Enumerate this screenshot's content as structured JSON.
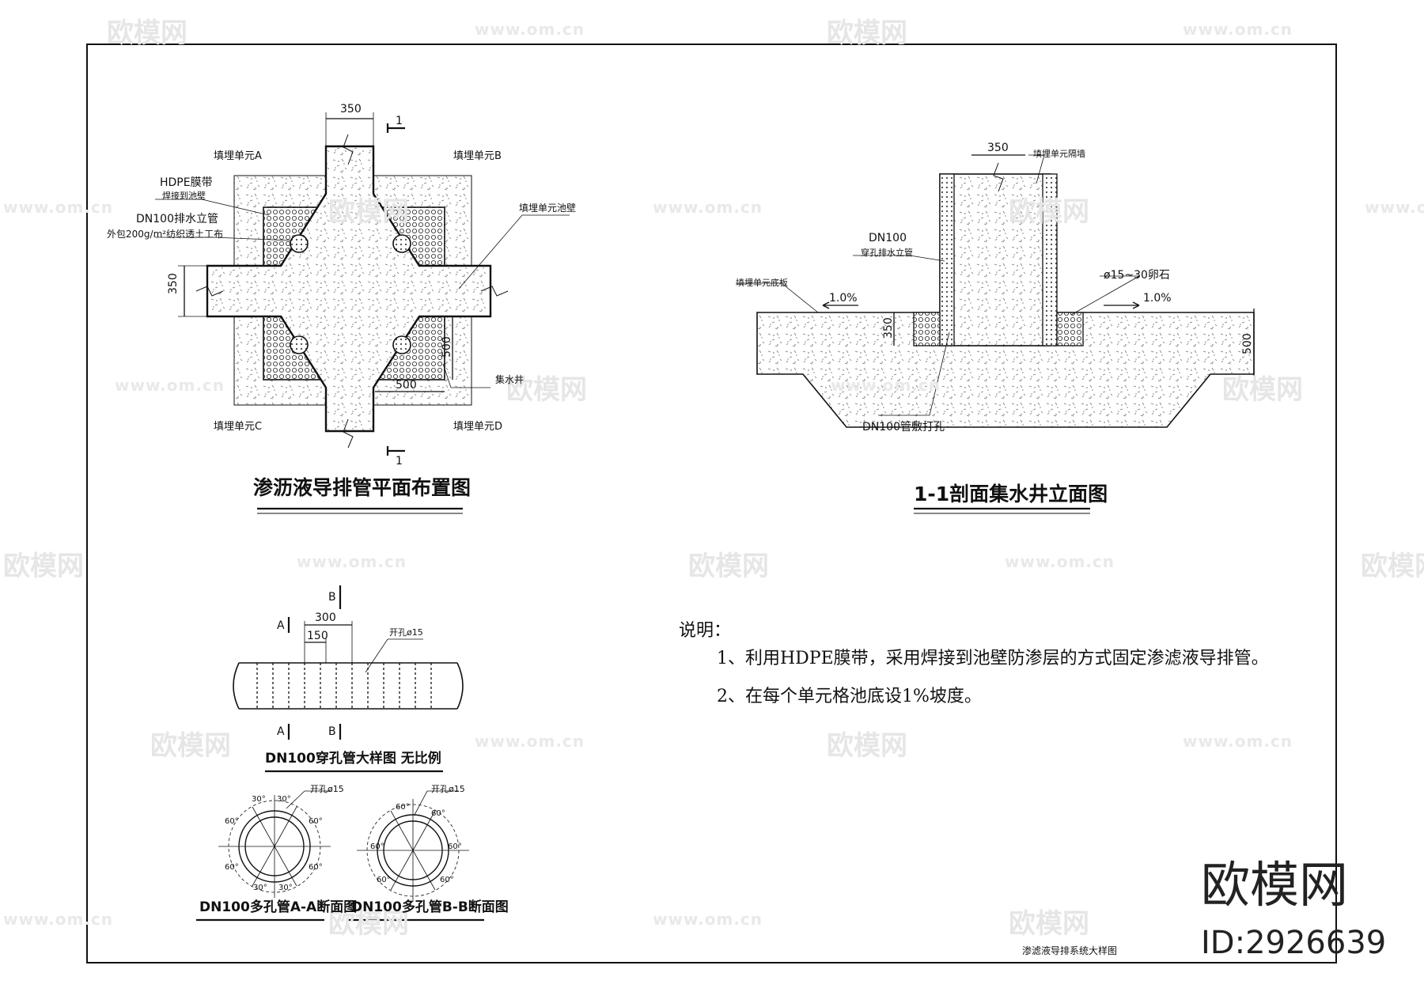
{
  "watermark": {
    "brand": "欧模网",
    "url": "www.om.cn"
  },
  "plan": {
    "title": "渗沥液导排管平面布置图",
    "dim_top": "350",
    "dim_left": "350",
    "dim_right": "500",
    "dim_bottom": "500",
    "section_mark": "1",
    "unit_a": "填埋单元A",
    "unit_b": "填埋单元B",
    "unit_c": "填埋单元C",
    "unit_d": "填埋单元D",
    "hdpe_1": "HDPE膜带",
    "hdpe_2": "焊接到池壁",
    "dn_1": "DN100排水立管",
    "dn_2": "外包200g/m²纺织透土工布",
    "wall": "填埋单元池壁",
    "well": "集水井"
  },
  "section": {
    "title": "1-1剖面集水井立面图",
    "dim_top": "350",
    "wall_label": "填埋单元隔墙",
    "pipe_1": "DN100",
    "pipe_2": "穿孔排水立管",
    "floor_label": "填埋单元底板",
    "slope_l": "1.0%",
    "slope_r": "1.0%",
    "gravel": "ø15~30卵石",
    "dim_left": "350",
    "dim_right": "500",
    "bottom_label": "DN100管敷打孔"
  },
  "pipe_detail": {
    "title": "DN100穿孔管大样图  无比例",
    "dim_300": "300",
    "dim_150": "150",
    "hole": "开孔ø15",
    "mark_a": "A",
    "mark_b": "B"
  },
  "sec_aa": {
    "title": "DN100多孔管A-A断面图",
    "hole": "开孔ø15",
    "a30": "30°",
    "a60": "60°"
  },
  "sec_bb": {
    "title": "DN100多孔管B-B断面图",
    "hole": "开孔ø15",
    "a60": "60°"
  },
  "notes": {
    "heading": "说明：",
    "item1": "1、利用HDPE膜带，采用焊接到池壁防渗层的方式固定渗滤液导排管。",
    "item2": "2、在每个单元格池底设1%坡度。"
  },
  "drawing_name": "渗滤液导排系统大样图",
  "brand": {
    "name": "欧模网",
    "id": "ID:2926639"
  }
}
